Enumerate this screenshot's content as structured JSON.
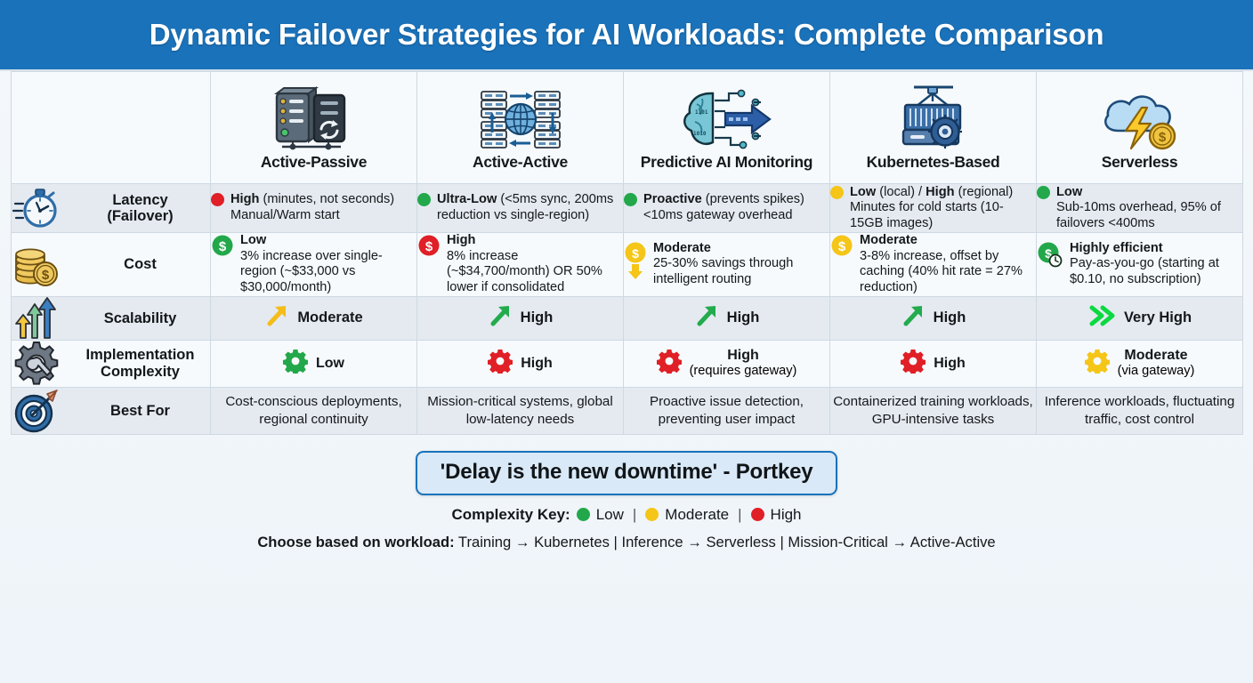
{
  "title": "Dynamic Failover Strategies for AI Workloads: Complete Comparison",
  "colors": {
    "header_bg": "#1a72ba",
    "green": "#22a84a",
    "red": "#e01f26",
    "yellow": "#f5c518",
    "band": "#e4eaf0"
  },
  "columns": [
    {
      "label": "Active-Passive",
      "icon": "servers-sync-icon"
    },
    {
      "label": "Active-Active",
      "icon": "globe-servers-network-icon"
    },
    {
      "label": "Predictive AI Monitoring",
      "icon": "brain-circuit-arrow-icon"
    },
    {
      "label": "Kubernetes-Based",
      "icon": "container-crane-helm-icon"
    },
    {
      "label": "Serverless",
      "icon": "cloud-bolt-coin-icon"
    }
  ],
  "rows": [
    {
      "label": "Latency\n(Failover)",
      "label_line1": "Latency",
      "label_line2": "(Failover)",
      "icon": "stopwatch-icon",
      "cells": [
        {
          "dot": "red",
          "bold": "High",
          "rest": " (minutes, not seconds)",
          "line2": "Manual/Warm start"
        },
        {
          "dot": "green",
          "bold": "Ultra-Low",
          "rest": " (<5ms sync, 200ms reduction vs single-region)",
          "line2": ""
        },
        {
          "dot": "green",
          "bold": "Proactive",
          "rest": " (prevents spikes)",
          "line2": "<10ms gateway overhead"
        },
        {
          "dot": "yellow",
          "bold": "Low",
          "rest": " (local) / ",
          "bold2": "High",
          "rest2": " (regional)",
          "line2": "Minutes for cold starts (10-15GB images)"
        },
        {
          "dot": "green",
          "bold": "Low",
          "rest": "",
          "line2": "Sub-10ms overhead, 95% of failovers <400ms"
        }
      ]
    },
    {
      "label": "Cost",
      "icon": "coins-icon",
      "cells": [
        {
          "badge": "dollar-green",
          "bold": "Low",
          "body": "3% increase over single-region (~$33,000 vs $30,000/month)"
        },
        {
          "badge": "dollar-red",
          "bold": "High",
          "body": "8% increase (~$34,700/month) OR 50% lower if consolidated"
        },
        {
          "badge": "dollar-yellow-down",
          "bold": "Moderate",
          "body": "25-30% savings through intelligent routing"
        },
        {
          "badge": "dollar-yellow",
          "bold": "Moderate",
          "body": "3-8% increase, offset by caching (40% hit rate = 27% reduction)"
        },
        {
          "badge": "dollar-green-clock",
          "bold": "Highly efficient",
          "body": "Pay-as-you-go (starting at $0.10, no subscription)"
        }
      ]
    },
    {
      "label": "Scalability",
      "icon": "growth-arrows-icon",
      "cells": [
        {
          "icon": "arrow-up-right-yellow-icon",
          "text": "Moderate"
        },
        {
          "icon": "arrow-up-right-green-icon",
          "text": "High"
        },
        {
          "icon": "arrow-up-right-green-icon",
          "text": "High"
        },
        {
          "icon": "arrow-up-right-green-icon",
          "text": "High"
        },
        {
          "icon": "double-chevron-green-icon",
          "text": "Very High"
        }
      ]
    },
    {
      "label": "Implementation\nComplexity",
      "label_line1": "Implementation",
      "label_line2": "Complexity",
      "icon": "gear-wrench-icon",
      "cells": [
        {
          "icon": "gear-green-icon",
          "text": "Low",
          "sub": ""
        },
        {
          "icon": "gear-red-icon",
          "text": "High",
          "sub": ""
        },
        {
          "icon": "gear-red-icon",
          "text": "High",
          "sub": "(requires gateway)"
        },
        {
          "icon": "gear-red-icon",
          "text": "High",
          "sub": ""
        },
        {
          "icon": "gear-yellow-icon",
          "text": "Moderate",
          "sub": "(via gateway)"
        }
      ]
    },
    {
      "label": "Best For",
      "icon": "target-arrow-icon",
      "cells": [
        {
          "text": "Cost-conscious deployments, regional continuity"
        },
        {
          "text": "Mission-critical systems, global low-latency needs"
        },
        {
          "text": "Proactive issue detection, preventing user impact"
        },
        {
          "text": "Containerized training workloads, GPU-intensive tasks"
        },
        {
          "text": "Inference workloads, fluctuating traffic, cost control"
        }
      ]
    }
  ],
  "footer": {
    "quote": "'Delay is the new downtime' - Portkey",
    "key_label": "Complexity Key:",
    "key_items": [
      {
        "dot": "green",
        "label": "Low"
      },
      {
        "dot": "yellow",
        "label": "Moderate"
      },
      {
        "dot": "red",
        "label": "High"
      }
    ],
    "key_sep": "|",
    "choose_label": "Choose based on workload:",
    "choose_value": " Training → Kubernetes | Inference → Serverless | Mission-Critical → Active-Active"
  }
}
